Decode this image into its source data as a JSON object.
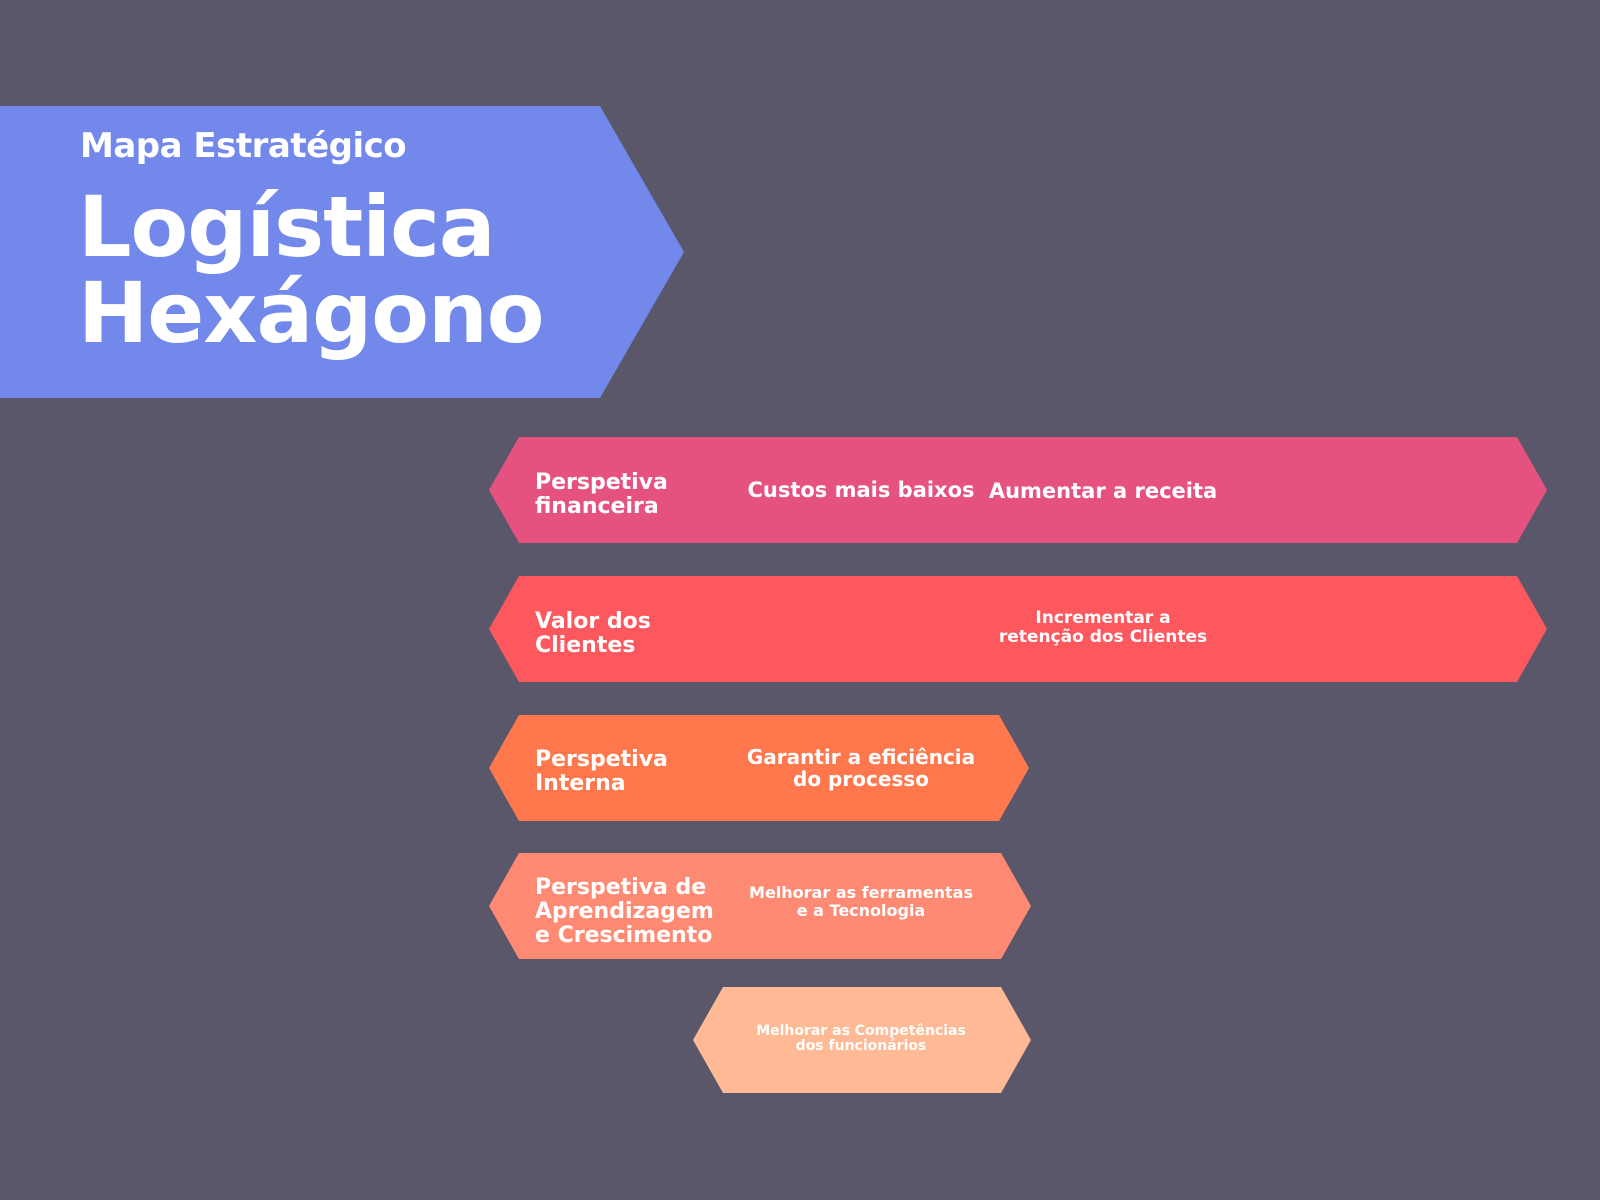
{
  "header": {
    "subtitle": "Mapa Estratégico",
    "title_line1": "Logística",
    "title_line2": "Hexágono"
  },
  "colors": {
    "background": "#5a576b",
    "banner": "#7288eb",
    "financial": "#e65280",
    "customer": "#fc585e",
    "internal": "#ff784d",
    "learning": "#ff8a73",
    "competencies": "#ffb994"
  },
  "rows": [
    {
      "label": "Perspetiva\nfinanceira",
      "objectives": [
        "Custos mais baixos",
        "Aumentar a receita"
      ]
    },
    {
      "label": "Valor dos\nClientes",
      "objectives": [
        "Incrementar a\nretenção dos Clientes"
      ]
    },
    {
      "label": "Perspetiva\nInterna",
      "objectives": [
        "Garantir a eficiência\ndo processo"
      ]
    },
    {
      "label": "Perspetiva de\nAprendizagem\ne Crescimento",
      "objectives": [
        "Melhorar as ferramentas\ne a Tecnologia"
      ]
    },
    {
      "label": "",
      "objectives": [
        "Melhorar as Competências\ndos funcionários"
      ]
    }
  ]
}
